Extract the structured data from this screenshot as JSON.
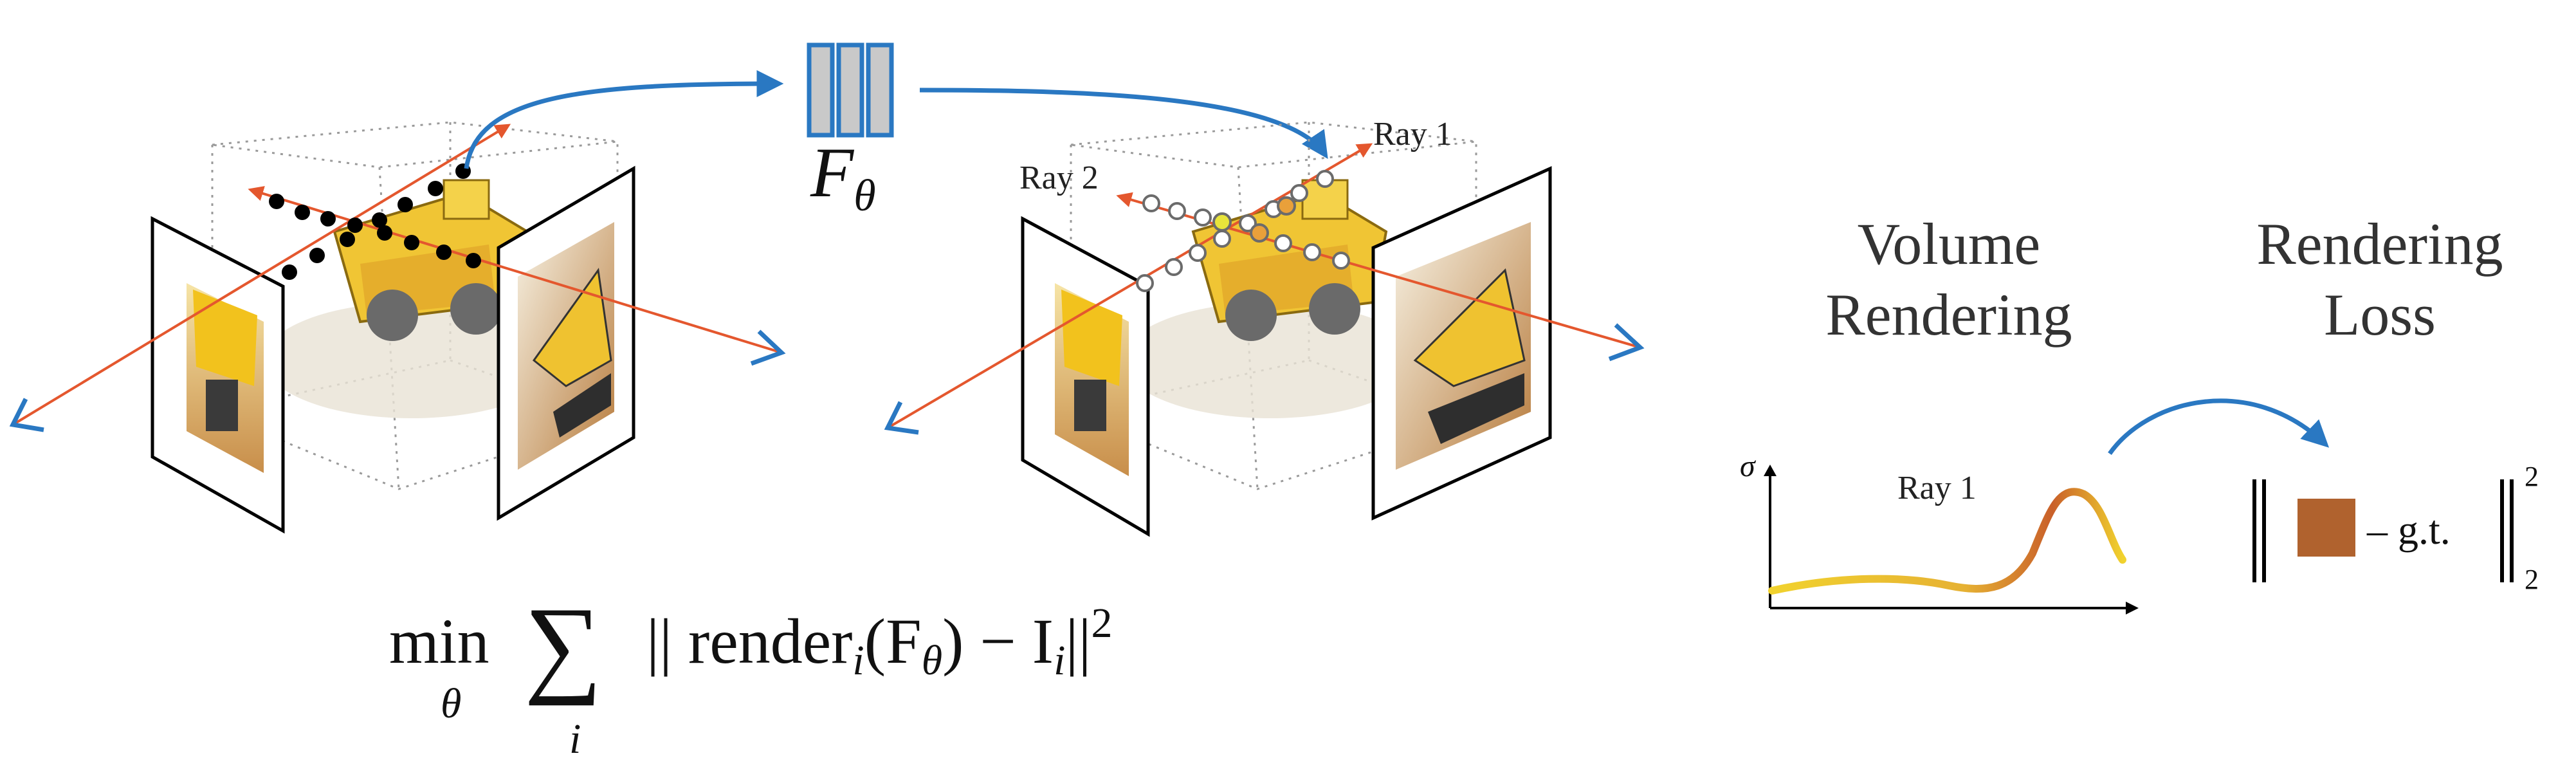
{
  "network": {
    "symbol": "F",
    "subscript": "θ"
  },
  "rays": {
    "ray1": "Ray 1",
    "ray2": "Ray 2"
  },
  "headings": {
    "volume_line1": "Volume",
    "volume_line2": "Rendering",
    "loss_line1": "Rendering",
    "loss_line2": "Loss"
  },
  "density_plot": {
    "y_axis": "σ",
    "curve_label": "Ray 1"
  },
  "loss_formula": {
    "minus_gt": "– g.t.",
    "sup": "2",
    "sub": "2"
  },
  "objective": {
    "min": "min",
    "min_sub": "θ",
    "sum": "∑",
    "sum_sub": "i",
    "body": "|| render",
    "body_sub": "i",
    "paren_open": "(F",
    "theta": "θ",
    "paren_close": ") − I",
    "i_sub": "i",
    "close": "||",
    "power": "2"
  },
  "colors": {
    "ray": "#e4572e",
    "arrow": "#2a78c2",
    "sample_fill": "#000000",
    "box_line": "#999999",
    "swatch": "#b0622e",
    "gradient_start": "#f1d22e",
    "gradient_end": "#c9602a"
  }
}
